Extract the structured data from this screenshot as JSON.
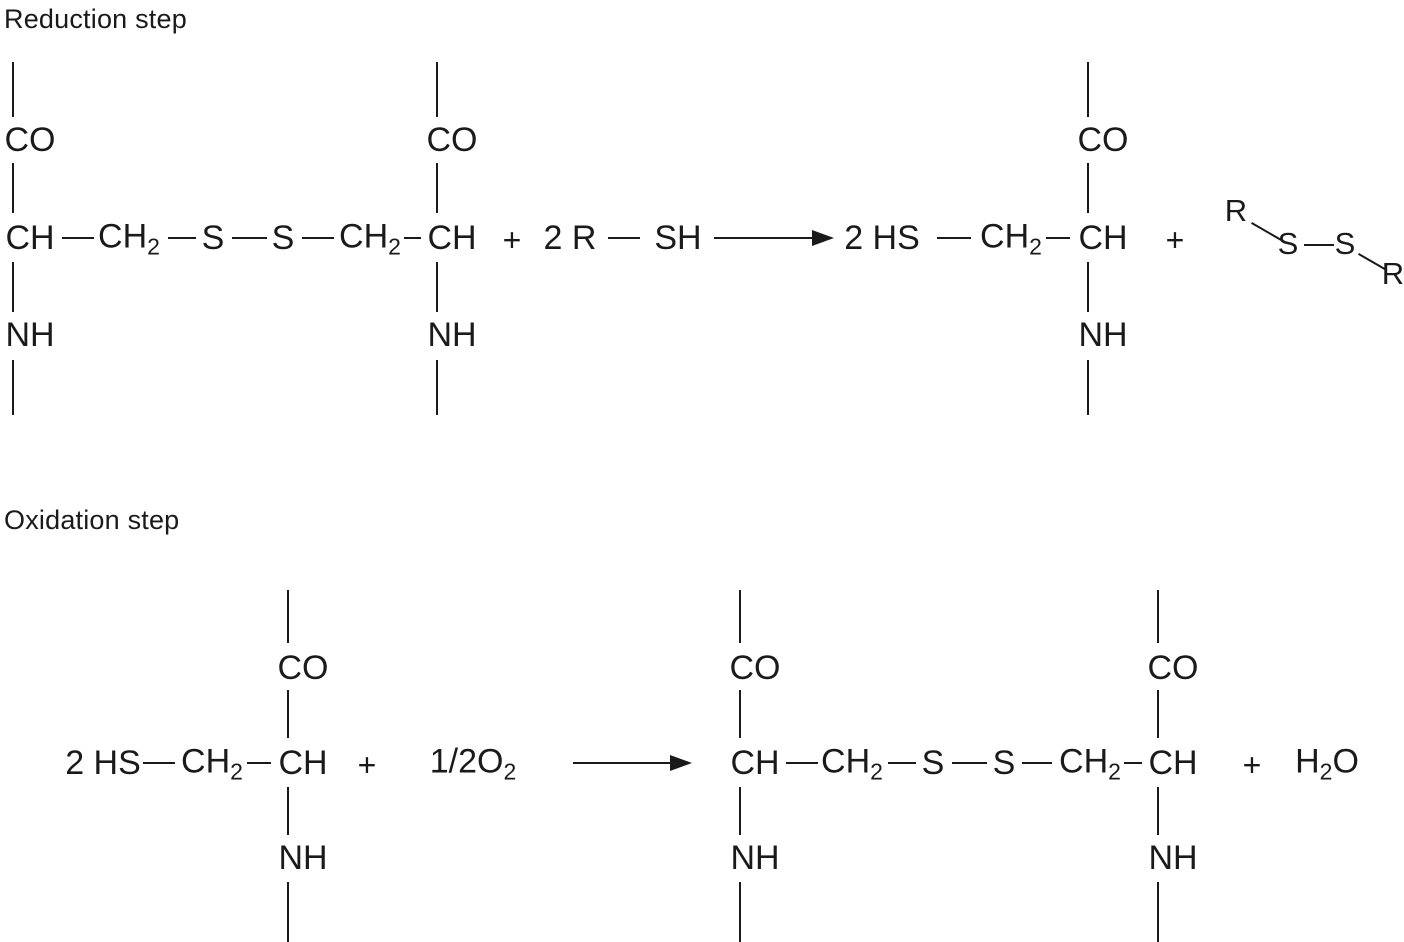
{
  "diagram": {
    "title_reduction": "Reduction step",
    "title_oxidation": "Oxidation step"
  },
  "chart_data": {
    "type": "table",
    "title": "Disulfide bond reduction and oxidation reaction scheme",
    "reactions": [
      {
        "name": "Reduction step",
        "equation": "cystine (CO/CH/NH backbone)-CH2-S-S-CH2-(CH backbone) + 2 R-SH -> 2 HS-CH2-CH(backbone) + R-S-S-R",
        "reactants": [
          "CH-CH2-S-S-CH2-CH (disulfide-bridged cysteines)",
          "2 R - SH"
        ],
        "products": [
          "2 HS - CH2 - CH (free thiol cysteine)",
          "R-S-S-R (oxidized thiol reagent)"
        ]
      },
      {
        "name": "Oxidation step",
        "equation": "2 HS-CH2-CH(backbone) + 1/2 O2 -> CH-CH2-S-S-CH2-CH (disulfide) + H2O",
        "reactants": [
          "2 HS - CH2 - CH (free thiol cysteine)",
          "1/2O2"
        ],
        "products": [
          "CH-CH2-S-S-CH2-CH (disulfide-bridged cysteines)",
          "H2O"
        ]
      }
    ]
  },
  "reduction": {
    "left_cysteine_a": {
      "co": "CO",
      "ch": "CH",
      "nh": "NH"
    },
    "chain": [
      "CH2",
      "S",
      "S",
      "CH2"
    ],
    "left_cysteine_b": {
      "co": "CO",
      "ch": "CH",
      "nh": "NH"
    },
    "plus_1": "+",
    "reagent_coef": "2 R",
    "reagent_sh": "SH",
    "product_coef_hs": "2 HS",
    "product_ch2": "CH2",
    "product_cysteine": {
      "co": "CO",
      "ch": "CH",
      "nh": "NH"
    },
    "plus_2": "+",
    "rssr": {
      "r_left": "R",
      "s_left": "S",
      "s_right": "S",
      "r_right": "R"
    }
  },
  "oxidation": {
    "reactant_coef_hs": "2  HS",
    "reactant_ch2": "CH2",
    "reactant_cysteine": {
      "co": "CO",
      "ch": "CH",
      "nh": "NH"
    },
    "plus_1": "+",
    "oxygen": "1/2O2",
    "product_cysteine_left": {
      "co": "CO",
      "ch": "CH",
      "nh": "NH"
    },
    "chain": [
      "CH2",
      "S",
      "S",
      "CH2"
    ],
    "product_cysteine_right": {
      "co": "CO",
      "ch": "CH",
      "nh": "NH"
    },
    "plus_2": "+",
    "water": "H2O"
  },
  "colors": {
    "ink": "#1a1a1a",
    "background": "#ffffff"
  }
}
